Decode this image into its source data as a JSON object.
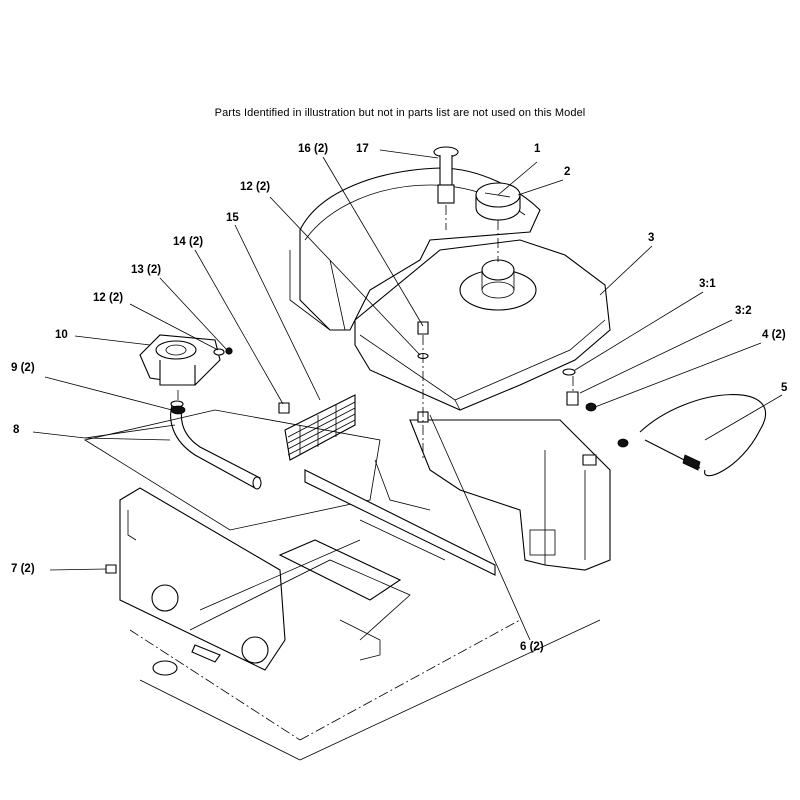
{
  "header_note": "Parts Identified  in illustration but not in parts list are not used on this Model",
  "callouts": [
    {
      "id": "1",
      "label": "1"
    },
    {
      "id": "2",
      "label": "2"
    },
    {
      "id": "3",
      "label": "3"
    },
    {
      "id": "3-1",
      "label": "3:1"
    },
    {
      "id": "3-2",
      "label": "3:2"
    },
    {
      "id": "4",
      "label": "4 (2)"
    },
    {
      "id": "5",
      "label": "5"
    },
    {
      "id": "6",
      "label": "6 (2)"
    },
    {
      "id": "7",
      "label": "7 (2)"
    },
    {
      "id": "8",
      "label": "8"
    },
    {
      "id": "9",
      "label": "9 (2)"
    },
    {
      "id": "10",
      "label": "10"
    },
    {
      "id": "12a",
      "label": "12 (2)"
    },
    {
      "id": "12b",
      "label": "12 (2)"
    },
    {
      "id": "13",
      "label": "13 (2)"
    },
    {
      "id": "14",
      "label": "14 (2)"
    },
    {
      "id": "15",
      "label": "15"
    },
    {
      "id": "16",
      "label": "16 (2)"
    },
    {
      "id": "17",
      "label": "17"
    }
  ]
}
